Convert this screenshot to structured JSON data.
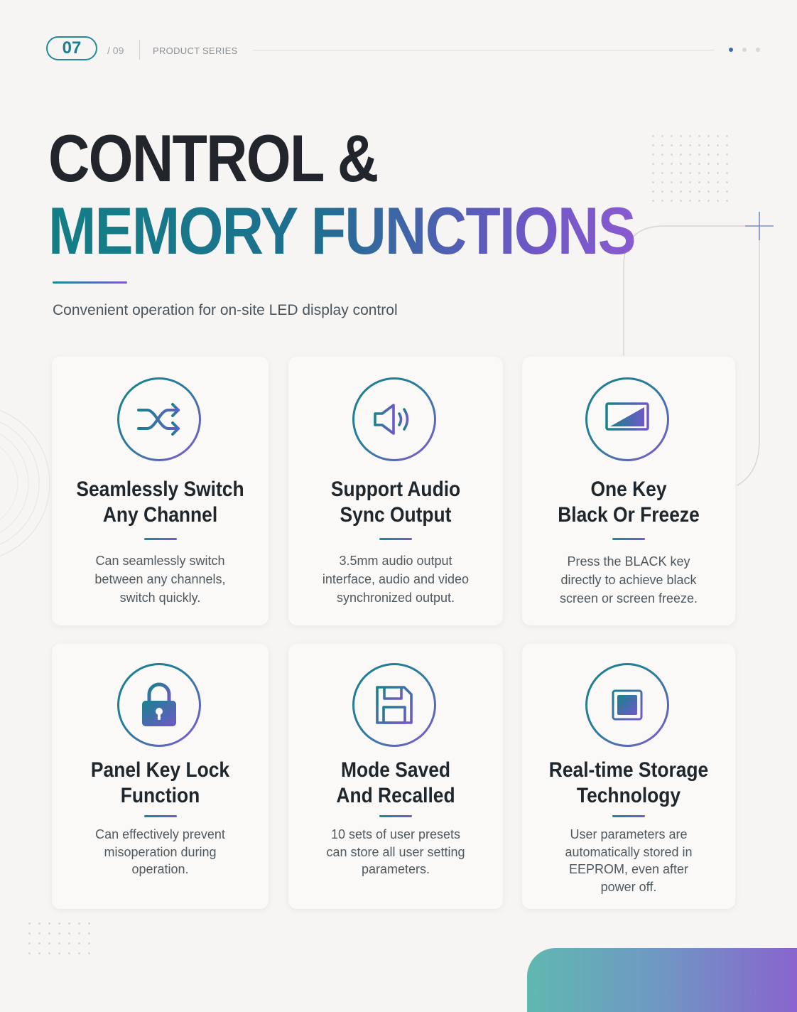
{
  "header": {
    "page_current": "07",
    "page_total": "/ 09",
    "section": "PRODUCT SERIES"
  },
  "hero": {
    "title_line1": "CONTROL &",
    "title_line2": "MEMORY FUNCTIONS",
    "subtitle": "Convenient operation for on-site LED display control"
  },
  "colors": {
    "accent_teal": "#17828c",
    "accent_purple": "#8858cf",
    "background": "#f6f5f3"
  },
  "cards": [
    {
      "icon": "shuffle-icon",
      "title_l1": "Seamlessly Switch",
      "title_l2": "Any Channel",
      "desc_l1": "Can seamlessly switch",
      "desc_l2": "between any channels,",
      "desc_l3": "switch quickly."
    },
    {
      "icon": "speaker-icon",
      "title_l1": "Support Audio",
      "title_l2": "Sync Output",
      "desc_l1": "3.5mm audio output",
      "desc_l2": "interface, audio and video",
      "desc_l3": "synchronized output."
    },
    {
      "icon": "monitor-icon",
      "title_l1": "One Key",
      "title_l2": "Black Or Freeze",
      "desc_l1": "Press the BLACK key",
      "desc_l2": "directly to achieve black",
      "desc_l3": "screen or screen freeze."
    },
    {
      "icon": "lock-icon",
      "title_l1": "Panel Key Lock",
      "title_l2": "Function",
      "desc_l1": "Can effectively prevent",
      "desc_l2": "misoperation during",
      "desc_l3": "operation."
    },
    {
      "icon": "floppy-disk-icon",
      "title_l1": "Mode Saved",
      "title_l2": "And Recalled",
      "desc_l1": "10 sets of user presets",
      "desc_l2": "can store all user setting",
      "desc_l3": "parameters."
    },
    {
      "icon": "chip-icon",
      "title_l1": "Real-time Storage",
      "title_l2": "Technology",
      "desc_l1": "User parameters are",
      "desc_l2": "automatically stored in",
      "desc_l3": "EEPROM, even after",
      "desc_l4": "power off."
    }
  ]
}
